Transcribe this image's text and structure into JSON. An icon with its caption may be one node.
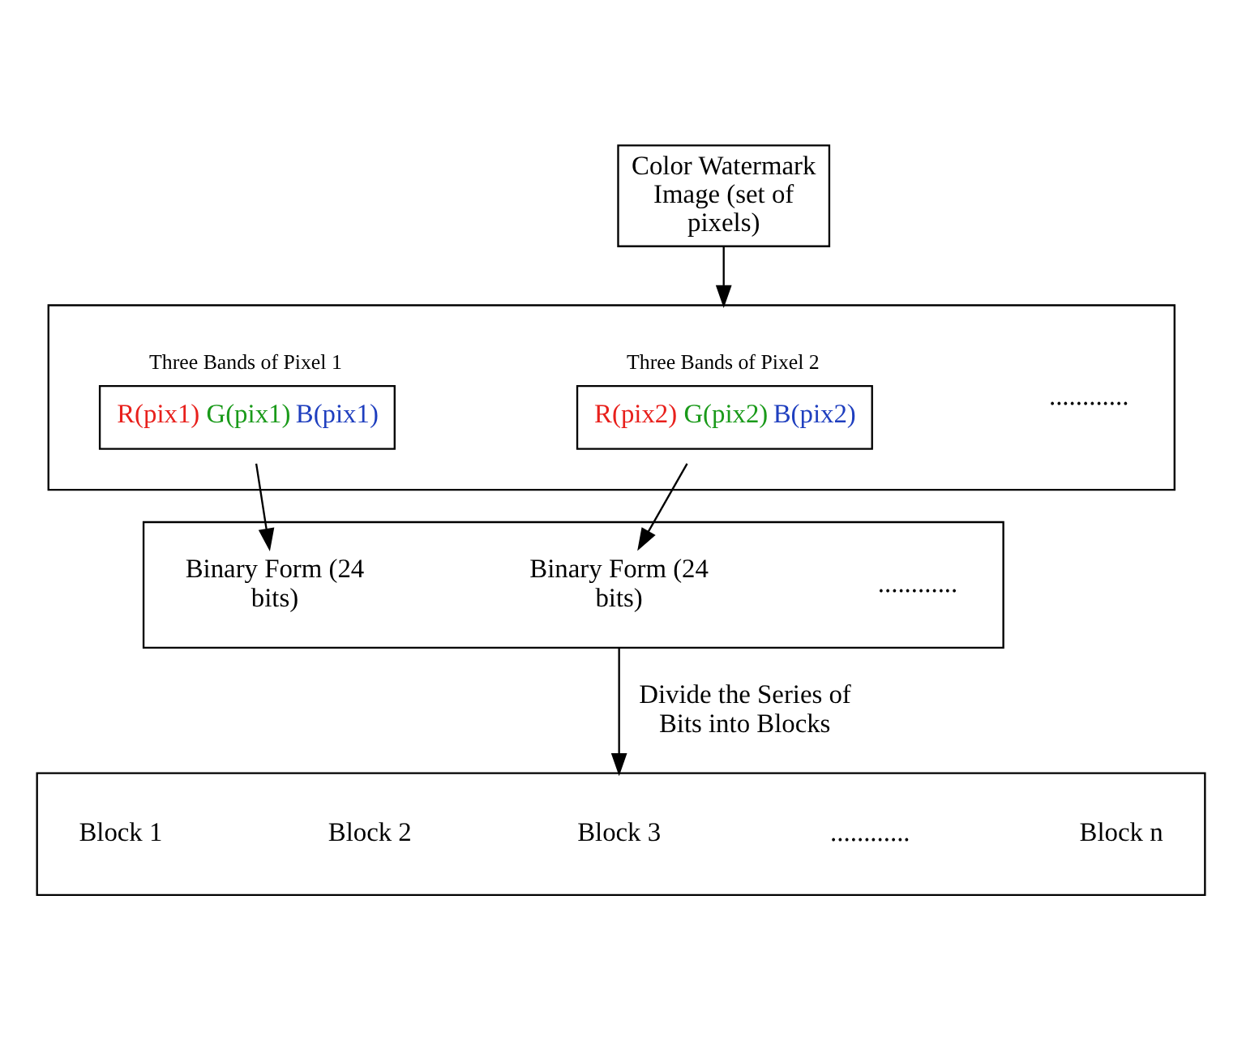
{
  "diagram": {
    "nodes": [
      {
        "text": [
          "Color Watermark Image (set of pixels)"
        ]
      },
      {
        "text": [],
        "shape": "box"
      },
      {
        "text": [
          "Three Bands of Pixel 1",
          "R(pix1)",
          "G(pix1)",
          "B(pix1)"
        ],
        "in": 1
      },
      {
        "text": [
          "Three Bands of Pixel 2",
          "R(pix2)",
          "G(pix2)",
          "B(pix2)"
        ],
        "in": 1
      },
      {
        "text": [],
        "shape": "box"
      },
      {
        "text": [
          "Binary Form (24 bits)"
        ],
        "in": 4
      },
      {
        "text": [
          "Binary Form (24 bits)"
        ],
        "in": 4
      },
      {
        "text": [],
        "shape": "box"
      },
      {
        "text": [
          "Block 1"
        ],
        "in": 7
      },
      {
        "text": [
          "Block 2"
        ],
        "in": 7
      },
      {
        "text": [
          "Block 3"
        ],
        "in": 7
      },
      {
        "text": [
          "Block n"
        ],
        "in": 7
      }
    ],
    "edges": [
      {
        "from": 0,
        "to": 1,
        "arrow": "to"
      },
      {
        "from": 2,
        "to": 5,
        "arrow": "to"
      },
      {
        "from": 3,
        "to": 6,
        "arrow": "to"
      },
      {
        "from": 4,
        "to": 7,
        "arrow": "to",
        "label": "Divide the Series of Bits into Blocks"
      }
    ],
    "labels": [
      "............",
      "............",
      "............"
    ]
  }
}
